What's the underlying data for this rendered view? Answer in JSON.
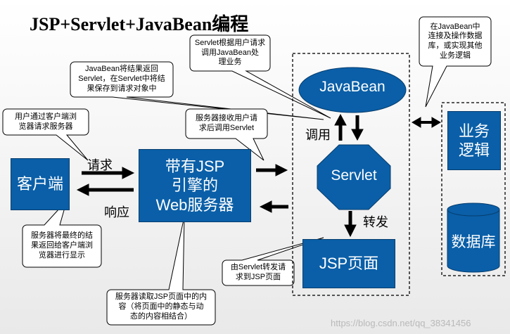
{
  "title": "JSP+Servlet+JavaBean编程",
  "nodes": {
    "client": "客户端",
    "web_server": "带有JSP\n引擎的\nWeb服务器",
    "javabean": "JavaBean",
    "servlet": "Servlet",
    "jsp_page": "JSP页面",
    "business_logic": "业务\n逻辑",
    "database": "数据库"
  },
  "arrow_labels": {
    "request": "请求",
    "response": "响应",
    "invoke": "调用",
    "forward": "转发"
  },
  "callouts": {
    "client_request": "用户通过客户端浏\n览器请求服务器",
    "result_return": "服务器将最终的结\n果返回给客户端浏\n览器进行显示",
    "javabean_result": "JavaBean将结果返回\nServlet，在Servlet中将结\n果保存到请求对象中",
    "servlet_invoke": "Servlet根据用户请求\n调用JavaBean处\n理业务",
    "server_invoke": "服务器接收用户请\n求后调用Servlet",
    "javabean_connect": "在JavaBean中\n连接及操作数据\n库，或实现其他\n业务逻辑",
    "servlet_forward": "由Servlet转发请\n求到JSP页面",
    "server_read_jsp": "服务器读取JSP页面中的内\n容（将页面中的静态与动\n态的内容相结合）"
  },
  "watermark": "https://blog.csdn.net/qq_38341456",
  "colors": {
    "box_fill": "#0a5fa8",
    "box_border": "#063d6d"
  }
}
